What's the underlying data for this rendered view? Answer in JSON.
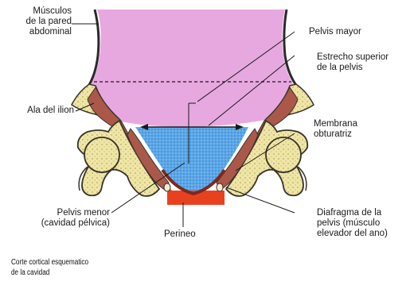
{
  "labels": {
    "musculos": [
      "Músculos",
      "de la pared",
      "abdominal"
    ],
    "pelvis_mayor": [
      "Pelvis mayor"
    ],
    "estrecho": [
      "Estrecho superior",
      "de la pelvis"
    ],
    "ala_ilion": [
      "Ala del ilion"
    ],
    "membrana": [
      "Membrana",
      "obturatriz"
    ],
    "pelvis_menor": [
      "Pelvis menor",
      "(cavidad pélvica)"
    ],
    "perineo": [
      "Perineo"
    ],
    "diafragma": [
      "Diafragma de la",
      "pelvis (músculo",
      "elevador del ano)"
    ]
  },
  "caption": [
    "Corte cortical esquematico",
    "de la cavidad"
  ],
  "colors": {
    "abdomen": "#e7a8e0",
    "pelvic_cavity": "#5aa6e6",
    "perineum": "#e8411f",
    "bone": "#efe6a6",
    "bone_outline": "#3a3328",
    "muscle": "#a9584a"
  }
}
